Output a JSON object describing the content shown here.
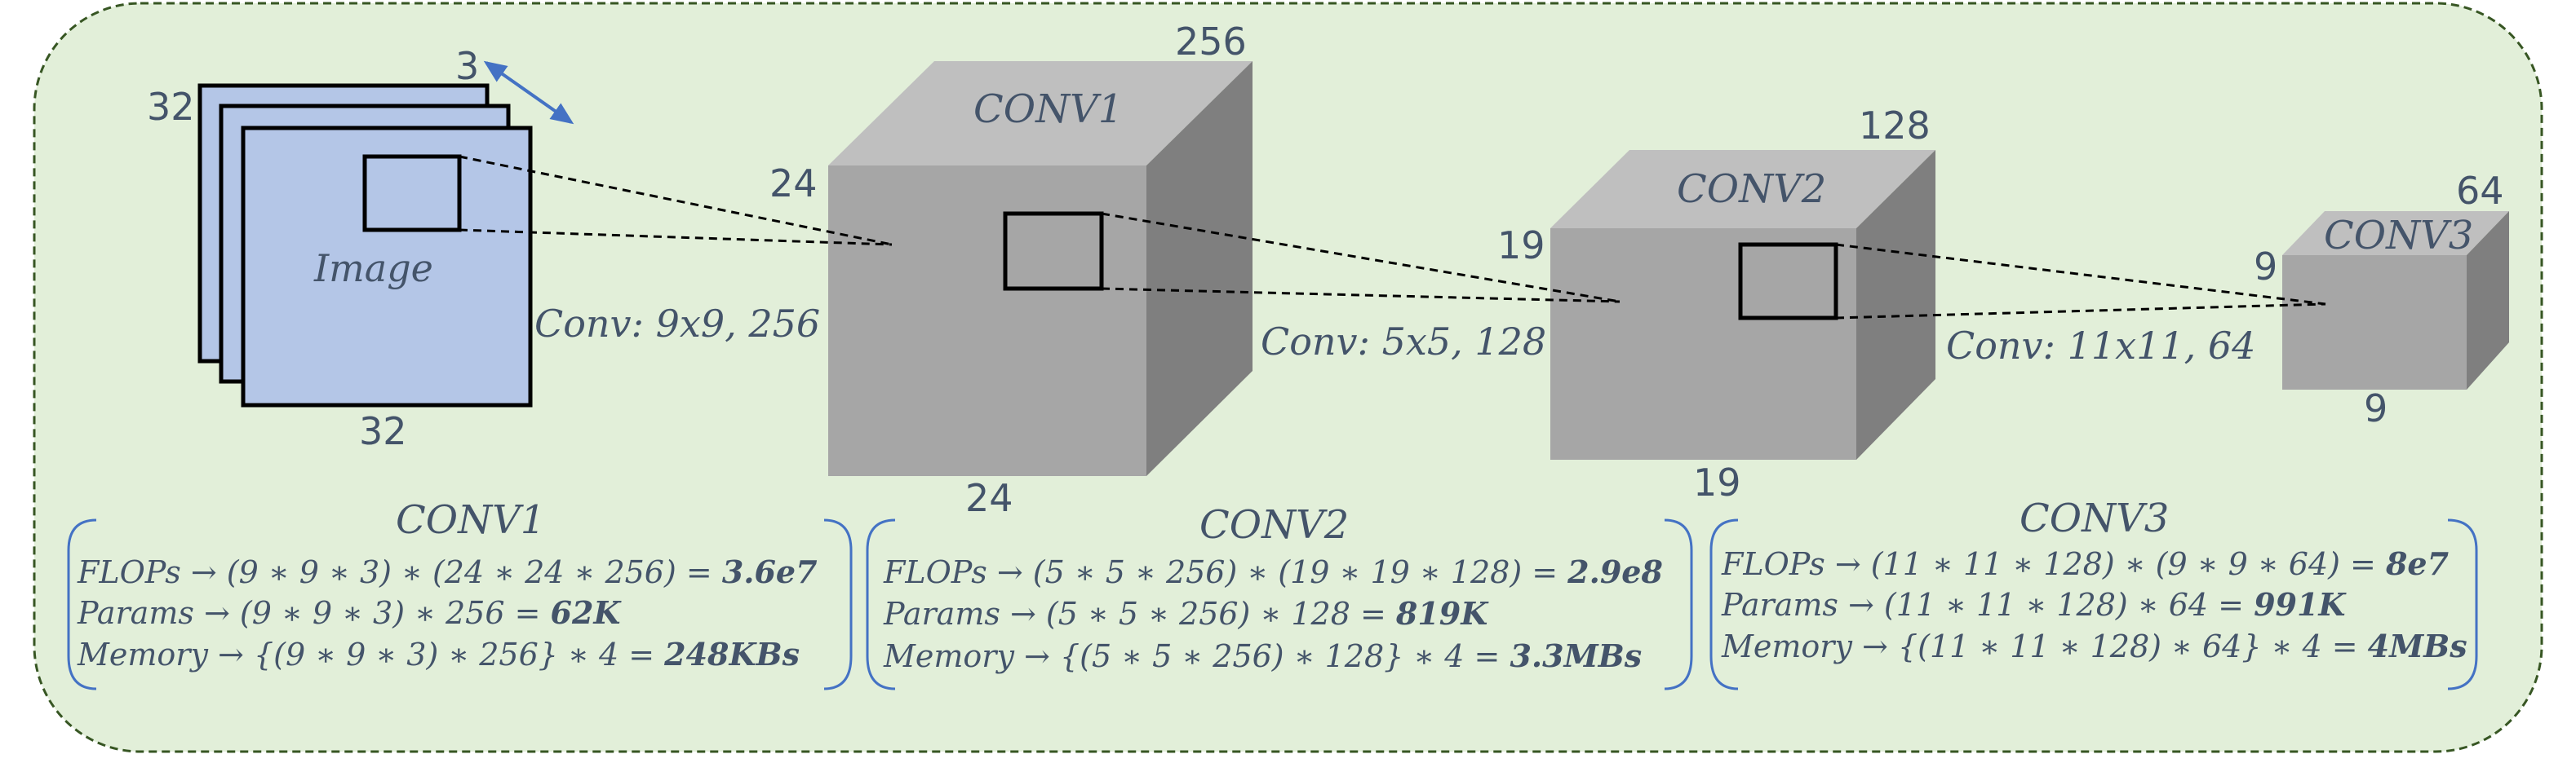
{
  "colors": {
    "background": "#e2efd9",
    "border": "#375623",
    "image_fill": "#b4c6e7",
    "cube_front": "#a6a6a6",
    "cube_top": "#bfbfbf",
    "cube_side": "#7f7f7f",
    "text": "#44546a",
    "bracket": "#4472c4",
    "arrow": "#4472c4"
  },
  "input": {
    "label": "Image",
    "channels": "3",
    "height": "32",
    "width": "32",
    "conv_label": "Conv: 9x9, 256"
  },
  "conv1": {
    "title": "CONV1",
    "depth": "256",
    "height": "24",
    "width": "24",
    "conv_label": "Conv: 5x5, 128"
  },
  "conv2": {
    "title": "CONV2",
    "depth": "128",
    "height": "19",
    "width": "19",
    "conv_label": "Conv: 11x11, 64"
  },
  "conv3": {
    "title": "CONV3",
    "depth": "64",
    "height": "9",
    "width": "9"
  },
  "stats": [
    {
      "title": "CONV1",
      "flops": "FLOPs → (9 ∗ 9 ∗ 3) ∗ (24 ∗ 24 ∗ 256) = ",
      "flops_value": "3.6e7",
      "params": "Params → (9 ∗ 9 ∗ 3) ∗ 256 = ",
      "params_value": "62K",
      "memory": "Memory → {(9 ∗ 9 ∗ 3) ∗ 256} ∗ 4 = ",
      "memory_value": "248KBs"
    },
    {
      "title": "CONV2",
      "flops": "FLOPs → (5 ∗ 5 ∗ 256) ∗ (19 ∗ 19 ∗ 128) = ",
      "flops_value": "2.9e8",
      "params": "Params → (5 ∗ 5 ∗ 256) ∗ 128 = ",
      "params_value": "819K",
      "memory": "Memory → {(5 ∗ 5 ∗ 256) ∗ 128} ∗ 4 = ",
      "memory_value": "3.3MBs"
    },
    {
      "title": "CONV3",
      "flops": "FLOPs → (11 ∗ 11 ∗ 128) ∗ (9 ∗ 9 ∗ 64) = ",
      "flops_value": "8e7",
      "params": "Params → (11 ∗ 11 ∗ 128) ∗ 64 = ",
      "params_value": "991K",
      "memory": "Memory → {(11 ∗ 11 ∗ 128) ∗ 64} ∗ 4 = ",
      "memory_value": "4MBs"
    }
  ]
}
